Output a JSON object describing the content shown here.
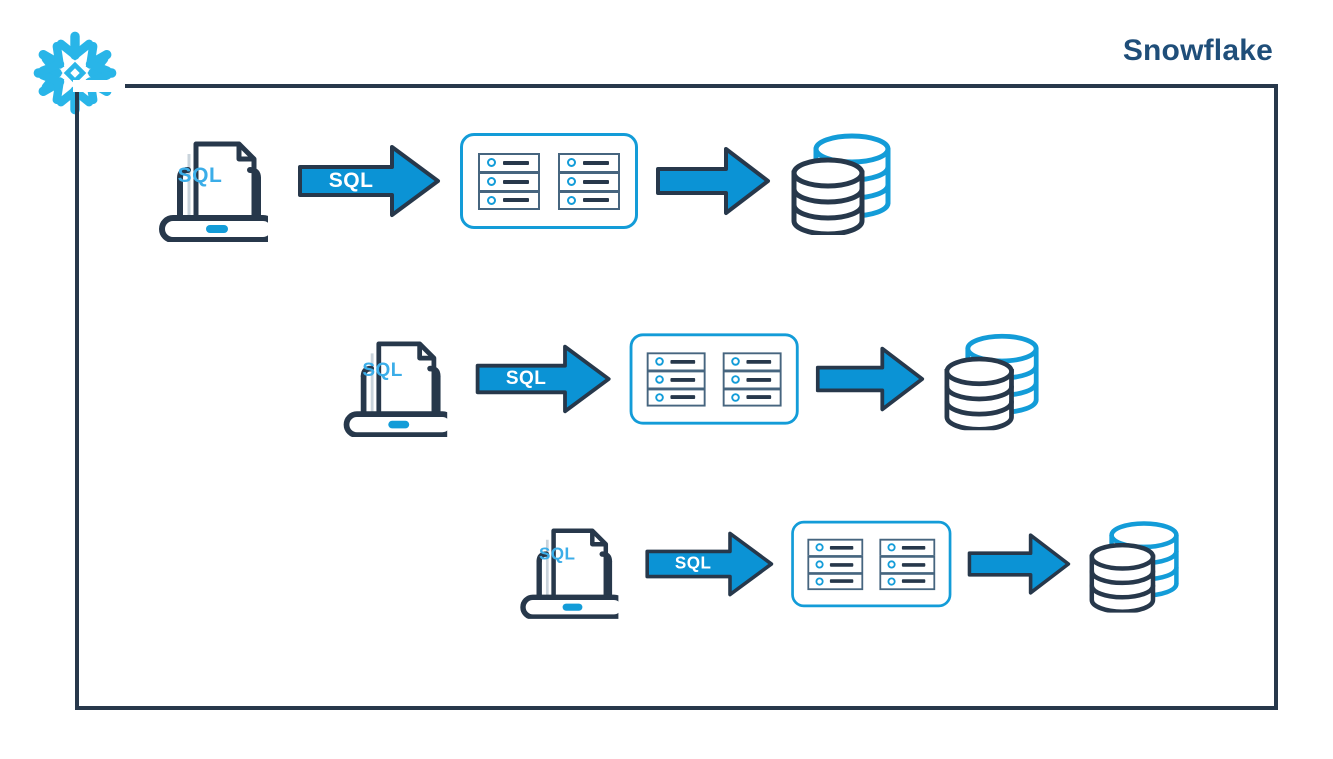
{
  "slide": {
    "title": "Snowflake",
    "logo_icon": "snowflake-logo-icon",
    "background": "#ffffff",
    "frame_color": "#27384B",
    "title_color": "#1F4E79"
  },
  "palette": {
    "brand_cyan": "#29B5E8",
    "arrow_blue": "#0B93D5",
    "accent_blue": "#139CD8",
    "doc_sql_blue": "#3BADE8",
    "outline_navy": "#27384B",
    "rack_slate": "#46657F",
    "white": "#ffffff"
  },
  "diagram": {
    "type": "pipeline",
    "row_count": 3,
    "rows": [
      {
        "id": "pipeline-row-1",
        "client": {
          "icon": "laptop-icon",
          "document_icon": "document-icon",
          "document_label": "SQL"
        },
        "arrow_in": {
          "icon": "arrow-right-icon",
          "label": "SQL"
        },
        "compute": {
          "icon": "server-rack-icon",
          "rack_count": 2,
          "slots_per_rack": 3
        },
        "arrow_out": {
          "icon": "arrow-right-icon",
          "label": ""
        },
        "storage": {
          "icon": "database-stack-icon",
          "cylinder_count": 2
        }
      },
      {
        "id": "pipeline-row-2",
        "client": {
          "icon": "laptop-icon",
          "document_icon": "document-icon",
          "document_label": "SQL"
        },
        "arrow_in": {
          "icon": "arrow-right-icon",
          "label": "SQL"
        },
        "compute": {
          "icon": "server-rack-icon",
          "rack_count": 2,
          "slots_per_rack": 3
        },
        "arrow_out": {
          "icon": "arrow-right-icon",
          "label": ""
        },
        "storage": {
          "icon": "database-stack-icon",
          "cylinder_count": 2
        }
      },
      {
        "id": "pipeline-row-3",
        "client": {
          "icon": "laptop-icon",
          "document_icon": "document-icon",
          "document_label": "SQL"
        },
        "arrow_in": {
          "icon": "arrow-right-icon",
          "label": "SQL"
        },
        "compute": {
          "icon": "server-rack-icon",
          "rack_count": 2,
          "slots_per_rack": 3
        },
        "arrow_out": {
          "icon": "arrow-right-icon",
          "label": ""
        },
        "storage": {
          "icon": "database-stack-icon",
          "cylinder_count": 2
        }
      }
    ]
  }
}
